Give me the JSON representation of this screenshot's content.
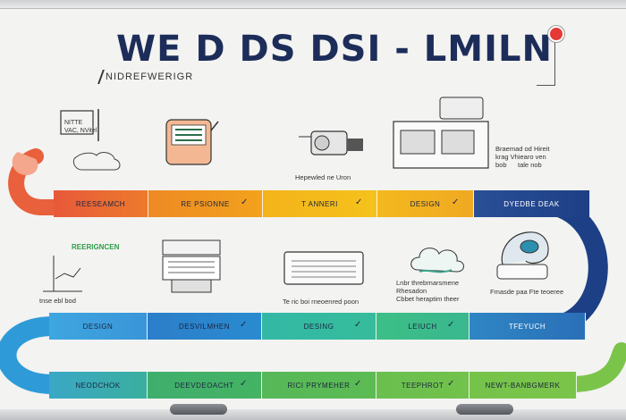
{
  "header": {
    "title": "WE D DS DSI - LMILN",
    "subtitle": "NIDREFWERIGR"
  },
  "rows": [
    {
      "id": "row1",
      "segments": [
        {
          "label": "REESEAMCH",
          "icon": ""
        },
        {
          "label": "RE PSIONNE",
          "icon": "check-icon"
        },
        {
          "label": "T ANNERI",
          "icon": "check-icon"
        },
        {
          "label": "DESIGN",
          "icon": "check-icon"
        },
        {
          "label": "DYEDBE DEAK",
          "icon": ""
        }
      ]
    },
    {
      "id": "row2",
      "segments": [
        {
          "label": "DESIGN",
          "icon": ""
        },
        {
          "label": "DESVILMHEN",
          "icon": "check-icon"
        },
        {
          "label": "DESING",
          "icon": "check-icon"
        },
        {
          "label": "LEIUCH",
          "icon": "check-icon"
        },
        {
          "label": "TFEYUCH",
          "icon": ""
        }
      ]
    },
    {
      "id": "row3",
      "segments": [
        {
          "label": "NEODCHOK",
          "icon": ""
        },
        {
          "label": "DEEVDEOACHT",
          "icon": "check-icon"
        },
        {
          "label": "RICI PRYMEHER",
          "icon": "check-icon"
        },
        {
          "label": "TEEPHROT",
          "icon": "check-icon"
        },
        {
          "label": "NEWT-BANBGMERK",
          "icon": ""
        }
      ]
    }
  ],
  "captions": {
    "board_note": "NITTE\nVAC, NVitel",
    "camera": "Hepewled ne Uron",
    "monitor": "Braemad od Hireit\nkrag Vhiearo ven\nbob      tale nob",
    "research_label": "REERIGNCEN",
    "research_notes": "tnse ebl bod",
    "ac_unit": "Te ric boi rneoenred poon",
    "cloud": "Lnbr threbrnarsmene\nRhesadon\nCbbet heraptim theer",
    "robot": "Fmasde paa Fte teoeree"
  },
  "colors": {
    "row1": [
      "#e8593a",
      "#f2a21c",
      "#f5c21b",
      "#f3b31c",
      "#1d4f9a"
    ],
    "row2": [
      "#3ea6e0",
      "#2c7ec9",
      "#33b8a6",
      "#3cbf86",
      "#2a6fb8"
    ],
    "row3": [
      "#3aa8c6",
      "#3fae6d",
      "#5dbb53",
      "#79c24a",
      "#7bc44a"
    ]
  }
}
